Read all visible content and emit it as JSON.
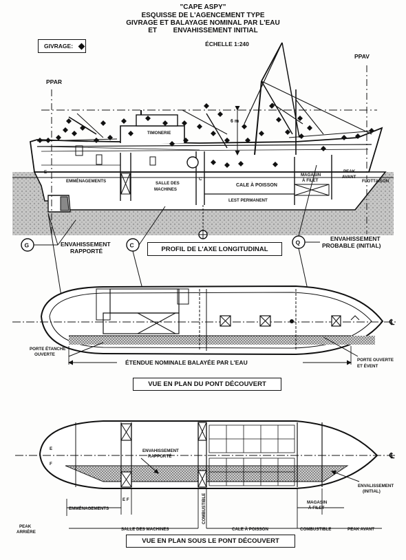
{
  "header": {
    "title": "\"CAPE ASPY\"",
    "line1": "ESQUISSE DE L'AGENCEMENT TYPE",
    "line2": "GIVRAGE ET BALAYAGE NOMINAL PAR L'EAU",
    "line3a": "ET",
    "line3b": "ENVAHISSEMENT INITIAL",
    "scale": "ÉCHELLE 1:240"
  },
  "legend": {
    "label": "GIVRAGE:"
  },
  "profile": {
    "title": "PROFIL  DE L'AXE LONGITUDINAL",
    "ppar": "PPAR",
    "ppav": "PPAV",
    "timonerie": "TIMONERIE",
    "six_m": "6 m",
    "emmenagements": "EMMÉNAGEMENTS",
    "salle_machines_1": "SALLE DES",
    "salle_machines_2": "MACHINES",
    "cale_poisson": "CALE À POISSON",
    "magasin_1": "MAGASIN",
    "magasin_2": "À FILET",
    "peak_avant_1": "PEAK",
    "peak_avant_2": "AVANT",
    "flottaison": "FLOTTAISON",
    "lest": "LEST PERMANENT",
    "e": "E",
    "c": "C",
    "marker_g": "G",
    "marker_c": "C",
    "marker_q": "Q",
    "envahissement_rapporte_1": "ENVAHISSEMENT",
    "envahissement_rapporte_2": "RAPPORTÉ",
    "envahissement_probable_1": "ENVAHISSEMENT",
    "envahissement_probable_2": "PROBABLE (INITIAL)"
  },
  "deck_plan": {
    "title": "VUE EN PLAN DU PONT  DÉCOUVERT",
    "porte_etanche_1": "PORTE ÉTANCHE",
    "porte_etanche_2": "OUVERTE",
    "etendue": "ÉTENDUE NOMINALE BALAYÉE PAR L'EAU",
    "porte_ouverte_1": "PORTE OUVERTE",
    "porte_ouverte_2": "ET ÉVENT",
    "cl": "℄"
  },
  "under_deck_plan": {
    "title": "VUE EN PLAN SOUS LE PONT  DÉCOUVERT",
    "e": "E",
    "f": "F",
    "envahissement_1": "ENVAHISSEMENT",
    "envahissement_2": "RAPPORTÉ",
    "envalissement_1": "ENVALISSEMENT",
    "envalissement_2": "(INITIAL)",
    "cl": "℄",
    "dim_emmenagements": "EMMÉNAGEMENTS",
    "dim_ef": "E  F",
    "dim_salle": "SALLE DES MACHINES",
    "dim_combustible_v": "COMBUSTIBLE",
    "dim_cale": "CALE À POISSON",
    "dim_magasin_1": "MAGASIN",
    "dim_magasin_2": "À FILET",
    "dim_combustible": "COMBUSTIBLE",
    "dim_peak_avant": "PEAK AVANT",
    "peak_arriere_1": "PEAK",
    "peak_arriere_2": "ARRIÈRE"
  },
  "colors": {
    "ink": "#111111",
    "paper": "#fdfdfc",
    "hatch": "#9a9a9a"
  }
}
